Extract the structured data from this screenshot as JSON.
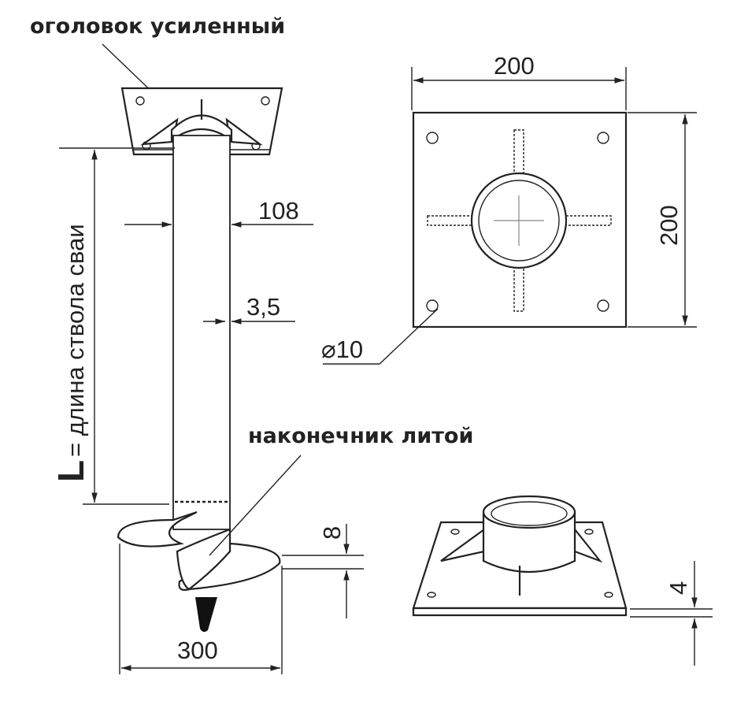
{
  "labels": {
    "head": "оголовок усиленный",
    "tip": "наконечник литой",
    "length_symbol": "L",
    "length_desc": "= длина ствола сваи"
  },
  "dimensions": {
    "pipe_diameter": "108",
    "wall_thickness": "3,5",
    "blade_diameter": "300",
    "blade_thickness": "8",
    "plate_width": "200",
    "plate_height": "200",
    "hole_diameter": "⌀10",
    "plate_thickness": "4"
  },
  "colors": {
    "line": "#222222",
    "background": "#ffffff"
  }
}
